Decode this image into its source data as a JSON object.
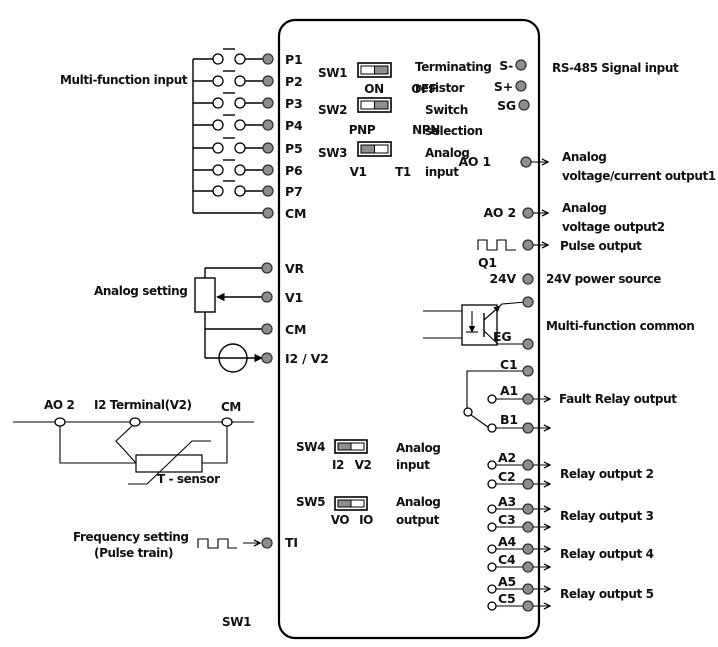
{
  "diagram": {
    "title": "Control terminal wiring diagram",
    "left": {
      "multi_function_input_label": "Multi-function input",
      "input_terminals": [
        "P1",
        "P2",
        "P3",
        "P4",
        "P5",
        "P6",
        "P7",
        "CM"
      ],
      "analog_setting_label": "Analog setting",
      "analog_terminals": [
        "VR",
        "V1",
        "CM",
        "I2 / V2"
      ],
      "sensor": {
        "labels": [
          "AO 2",
          "I2 Terminal(V2)",
          "CM"
        ],
        "sensor_label": "T - sensor"
      },
      "frequency_setting_label": [
        "Frequency setting",
        "(Pulse train)"
      ],
      "pulse_terminal": "TI",
      "bottom_label": "SW1"
    },
    "switches": [
      {
        "name": "SW1",
        "left": "ON",
        "right": "OFF",
        "desc": [
          "Terminating",
          "resistor"
        ],
        "position": "left"
      },
      {
        "name": "SW2",
        "left": "PNP",
        "right": "NPN",
        "desc": [
          "Switch",
          "selection"
        ],
        "position": "left"
      },
      {
        "name": "SW3",
        "left": "V1",
        "right": "T1",
        "desc": [
          "Analog",
          "input"
        ],
        "position": "right"
      },
      {
        "name": "SW4",
        "left": "I2",
        "right": "V2",
        "desc": [
          "Analog",
          "input"
        ],
        "position": "right"
      },
      {
        "name": "SW5",
        "left": "VO",
        "right": "IO",
        "desc": [
          "Analog",
          "output"
        ],
        "position": "right"
      }
    ],
    "right": {
      "rs485_terminals": [
        "S-",
        "S+",
        "SG"
      ],
      "rs485_label": "RS-485  Signal input",
      "ao1_terminal": "AO 1",
      "ao1_label": [
        "Analog",
        "voltage/current output1"
      ],
      "ao2_terminal": "AO 2",
      "ao2_label": [
        "Analog",
        "voltage  output2"
      ],
      "q1_terminal": "Q1",
      "pulse_output_label": "Pulse output",
      "v24_terminal": "24V",
      "v24_label": "24V power source",
      "eg_terminal": "EG",
      "multi_common_label": "Multi-function common",
      "fault_relay": {
        "terminals": [
          "C1",
          "A1",
          "B1"
        ],
        "label": "Fault  Relay output"
      },
      "relays": [
        {
          "terminals": [
            "A2",
            "C2"
          ],
          "label": "Relay output 2"
        },
        {
          "terminals": [
            "A3",
            "C3"
          ],
          "label": "Relay output 3"
        },
        {
          "terminals": [
            "A4",
            "C4"
          ],
          "label": "Relay output 4"
        },
        {
          "terminals": [
            "A5",
            "C5"
          ],
          "label": "Relay output 5"
        }
      ]
    }
  }
}
